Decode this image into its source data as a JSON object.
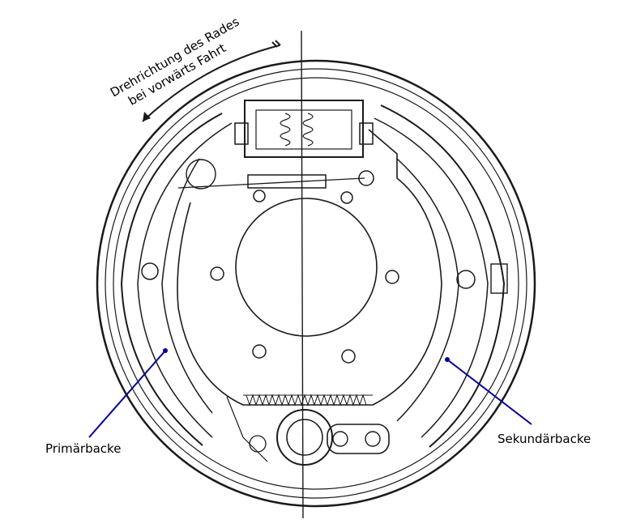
{
  "labels": {
    "rotation_line1": "Drehrichtung des Rades",
    "rotation_line2": "bei vorwärts Fahrt",
    "primary_shoe": "Primärbacke",
    "secondary_shoe": "Sekundärbacke"
  },
  "colors": {
    "pointer": "#000099",
    "drawing": "#1a1a1a",
    "background": "#ffffff"
  }
}
